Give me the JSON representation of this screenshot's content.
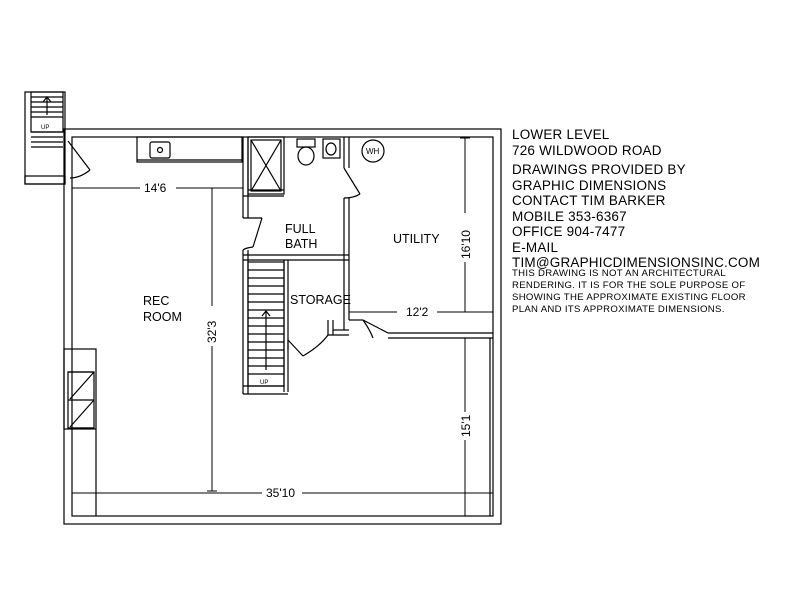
{
  "title_block": {
    "title": "LOWER LEVEL",
    "address": "726 WILDWOOD ROAD",
    "credit_1": "DRAWINGS PROVIDED BY",
    "credit_2": "GRAPHIC DIMENSIONS",
    "contact": "CONTACT TIM BARKER",
    "mobile": "MOBILE 353-6367",
    "office": "OFFICE 904-7477",
    "email_label": "E-MAIL",
    "email": "TIM@GRAPHICDIMENSIONSINC.COM",
    "disclaimer": [
      "THIS DRAWING IS NOT AN ARCHITECTURAL",
      "RENDERING. IT IS FOR THE SOLE PURPOSE OF",
      "SHOWING THE APPROXIMATE EXISTING FLOOR",
      "PLAN AND ITS APPROXIMATE  DIMENSIONS."
    ]
  },
  "rooms": {
    "rec_line1": "REC",
    "rec_line2": "ROOM",
    "bath_line1": "FULL",
    "bath_line2": "BATH",
    "utility": "UTILITY",
    "storage": "STORAGE"
  },
  "fixtures": {
    "water_heater": "WH",
    "stair_up": "UP"
  },
  "dimensions": {
    "rec_width": "14'6",
    "rec_depth": "32'3",
    "utility_width": "12'2",
    "utility_depth": "16'10",
    "lower_depth": "15'1",
    "overall_width": "35'10"
  }
}
